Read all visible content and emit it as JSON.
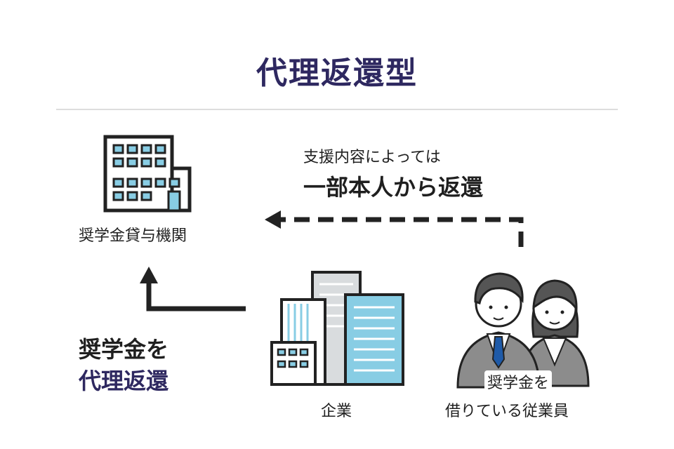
{
  "title": "代理返還型",
  "lender": {
    "label": "奨学金貸与機関"
  },
  "note": {
    "line1": "支援内容によっては",
    "line2": "一部本人から返還"
  },
  "company": {
    "label": "企業"
  },
  "employees": {
    "badge": "奨学金を",
    "line2": "借りている従業員"
  },
  "action": {
    "line1": "奨学金を",
    "line2": "代理返還"
  },
  "colors": {
    "title": "#2e2860",
    "accent_blue": "#88cde4",
    "outline": "#222222",
    "suit": "#8c8c8c",
    "tie": "#1e5aa8"
  }
}
